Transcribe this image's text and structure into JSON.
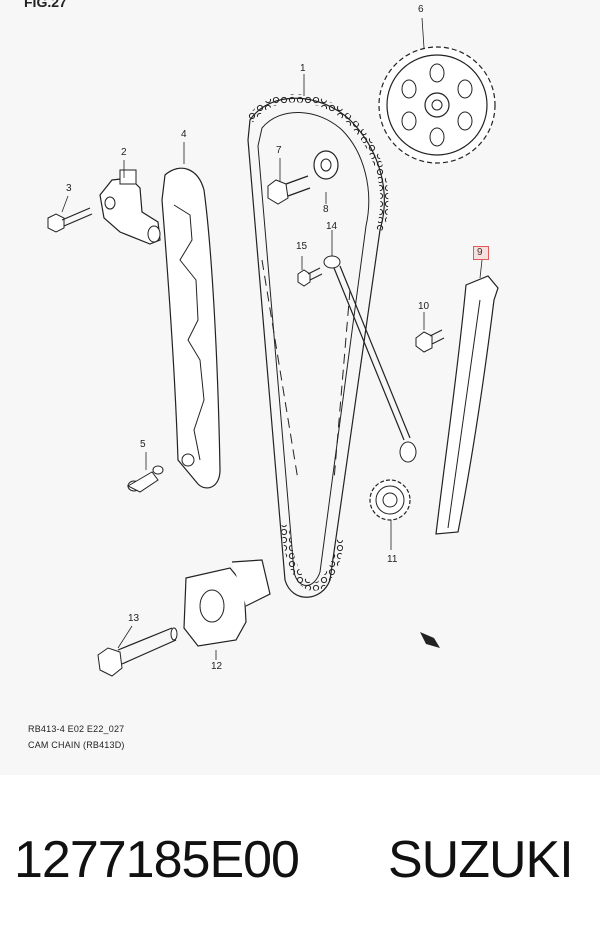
{
  "diagram": {
    "fig_label": "FIG.27",
    "callouts": {
      "c1": "1",
      "c2": "2",
      "c3": "3",
      "c4": "4",
      "c5": "5",
      "c6": "6",
      "c7": "7",
      "c8": "8",
      "c9": "9",
      "c10": "10",
      "c11": "11",
      "c12": "12",
      "c13": "13",
      "c14": "14",
      "c15": "15"
    },
    "caption_code": "RB413-4 E02 E22_027",
    "caption_title": "CAM CHAIN (RB413D)",
    "highlight_color": "#e05a5a"
  },
  "footer": {
    "part_number": "1277185E00",
    "brand": "SUZUKI"
  }
}
